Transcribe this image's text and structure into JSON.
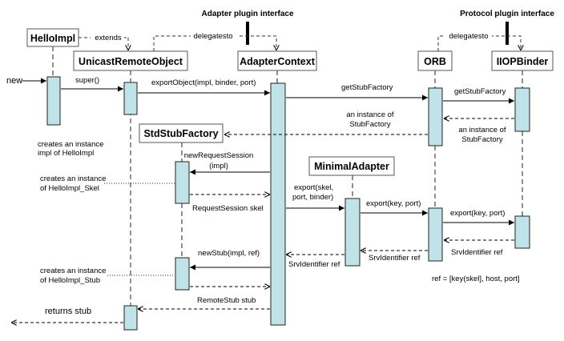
{
  "headers": {
    "adapter_plugin": "Adapter plugin interface",
    "protocol_plugin": "Protocol plugin interface"
  },
  "objects": {
    "helloimpl": "HelloImpl",
    "unicast": "UnicastRemoteObject",
    "adaptercontext": "AdapterContext",
    "orb": "ORB",
    "iiopbinder": "IIOPBinder",
    "stdstubfactory": "StdStubFactory",
    "minimaladapter": "MinimalAdapter"
  },
  "relations": {
    "extends": "extends",
    "delegates_to_1": "delegatesto",
    "delegates_to_2": "delegatesto"
  },
  "messages": {
    "new": "new",
    "super": "super()",
    "export_object": "exportObject(impl, binder, port)",
    "get_stub_factory_1": "getStubFactory",
    "get_stub_factory_2": "getStubFactory",
    "instance_stubfactory_1a": "an instance of",
    "instance_stubfactory_1b": "StubFactory",
    "instance_stubfactory_2a": "an instance of",
    "instance_stubfactory_2b": "StubFactory",
    "new_request_session_a": "newRequestSession",
    "new_request_session_b": "(impl)",
    "request_session_skel": "RequestSession skel",
    "export_skel_a": "export(skel,",
    "export_skel_b": "port, binder)",
    "export_key_port_1": "export(key, port)",
    "export_key_port_2": "export(key, port)",
    "srv_identifier_ref_1": "SrvIdentifier ref",
    "srv_identifier_ref_2": "SrvIdentifier ref",
    "srv_identifier_ref_3": "SrvIdentifier ref",
    "new_stub": "newStub(impl, ref)",
    "remote_stub_stub": "RemoteStub stub",
    "returns_stub": "returns stub"
  },
  "notes": {
    "create_impl_a": "creates an instance",
    "create_impl_b": "impl of HelloImpl",
    "create_skel_a": "creates an instance",
    "create_skel_b": "of HelloImpl_Skel",
    "create_stub_a": "creates an instance",
    "create_stub_b": "of HelloImpl_Stub",
    "ref_formula": "ref = [key(skel], host, port]"
  }
}
